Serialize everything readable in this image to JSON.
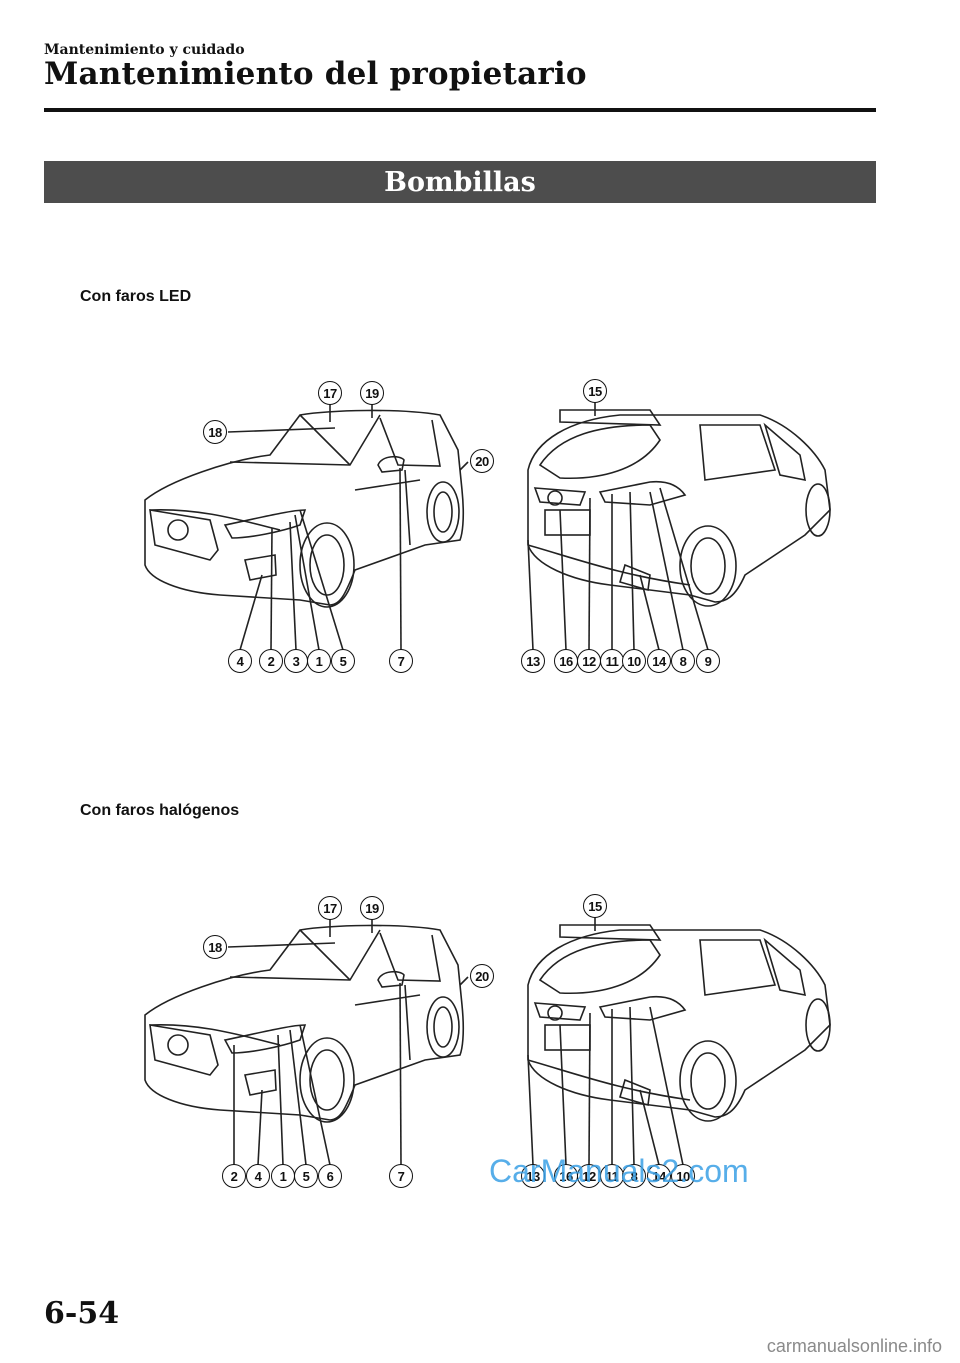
{
  "header": {
    "section": "Mantenimiento y cuidado",
    "chapter": "Mantenimiento del propietario"
  },
  "banner": {
    "title": "Bombillas"
  },
  "figure_led": {
    "subheading": "Con faros LED",
    "front_labels": [
      "17",
      "19",
      "18",
      "20",
      "4",
      "2",
      "3",
      "1",
      "5",
      "7"
    ],
    "rear_labels": [
      "15",
      "13",
      "16",
      "12",
      "11",
      "10",
      "14",
      "8",
      "9"
    ]
  },
  "figure_halogen": {
    "subheading": "Con faros halógenos",
    "front_labels": [
      "17",
      "19",
      "18",
      "20",
      "2",
      "4",
      "1",
      "5",
      "6",
      "7"
    ],
    "rear_labels": [
      "15",
      "13",
      "16",
      "12",
      "11",
      "8",
      "14",
      "10"
    ]
  },
  "watermark": "CarManuals2.com",
  "page_number": "6-54",
  "footer_site": "carmanualsonline.info"
}
